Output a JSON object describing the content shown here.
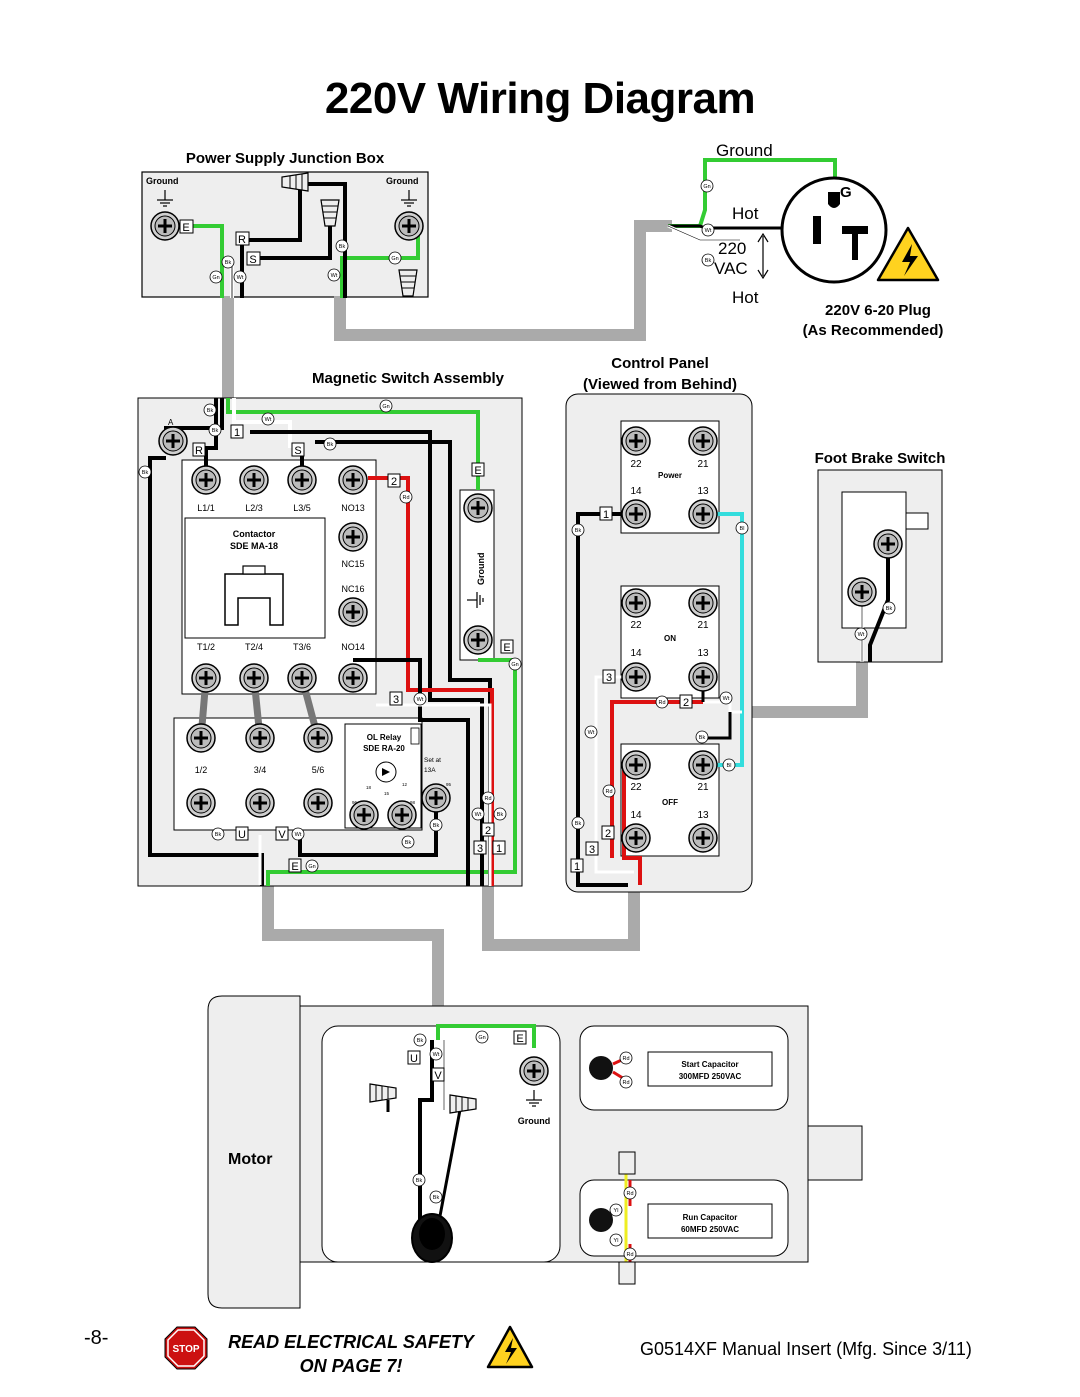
{
  "title": "220V Wiring Diagram",
  "sections": {
    "junction_box": "Power Supply Junction Box",
    "mag_switch": "Magnetic Switch Assembly",
    "control_panel_1": "Control Panel",
    "control_panel_2": "(Viewed from Behind)",
    "foot_brake": "Foot Brake Switch",
    "plug_1": "220V 6-20 Plug",
    "plug_2": "(As Recommended)",
    "motor": "Motor"
  },
  "plug_labels": {
    "ground": "Ground",
    "hot1": "Hot",
    "volt": "220",
    "vac": "VAC",
    "hot2": "Hot",
    "g": "G"
  },
  "wire_codes": {
    "bk": "Bk",
    "wt": "Wt",
    "gn": "Gn",
    "rd": "Rd",
    "bl": "Bl",
    "yl": "Yl"
  },
  "terminals": {
    "e": "E",
    "r": "R",
    "s": "S",
    "u": "U",
    "v": "V",
    "a": "A",
    "n1": "1",
    "n2": "2",
    "n3": "3"
  },
  "ground_label": "Ground",
  "contactor": {
    "top": [
      "L1/1",
      "L2/3",
      "L3/5",
      "NO13"
    ],
    "name": "Contactor",
    "model": "SDE MA-18",
    "nc15": "NC15",
    "nc16": "NC16",
    "bottom": [
      "T1/2",
      "T2/4",
      "T3/6",
      "NO14"
    ]
  },
  "ol_relay": {
    "name": "OL Relay",
    "model": "SDE RA-20",
    "terms": [
      "1/2",
      "3/4",
      "5/6"
    ],
    "set1": "Set at",
    "set2": "13A",
    "n95": "95",
    "n96": "96",
    "n98": "98",
    "n18": "18",
    "n12": "12",
    "n15": "15"
  },
  "switches": [
    {
      "label": "Power",
      "t22": "22",
      "t21": "21",
      "t14": "14",
      "t13": "13"
    },
    {
      "label": "ON",
      "t22": "22",
      "t21": "21",
      "t14": "14",
      "t13": "13"
    },
    {
      "label": "OFF",
      "t22": "22",
      "t21": "21",
      "t14": "14",
      "t13": "13"
    }
  ],
  "capacitors": {
    "start_1": "Start Capacitor",
    "start_2": "300MFD 250VAC",
    "run_1": "Run Capacitor",
    "run_2": "60MFD 250VAC"
  },
  "footer": {
    "page": "-8-",
    "stop": "STOP",
    "safety_1": "READ ELECTRICAL SAFETY",
    "safety_2": "ON PAGE 7!",
    "manual": "G0514XF Manual Insert (Mfg. Since 3/11)"
  },
  "colors": {
    "ground": "#33cc33",
    "hot": "#000000",
    "neutral": "#ffffff",
    "red": "#dd1111",
    "blue": "#33dddd",
    "yellow": "#eeee22",
    "cord": "#aaaaaa",
    "panel": "#eeeeee",
    "stop": "#cc1111",
    "warning": "#ffd21f"
  }
}
